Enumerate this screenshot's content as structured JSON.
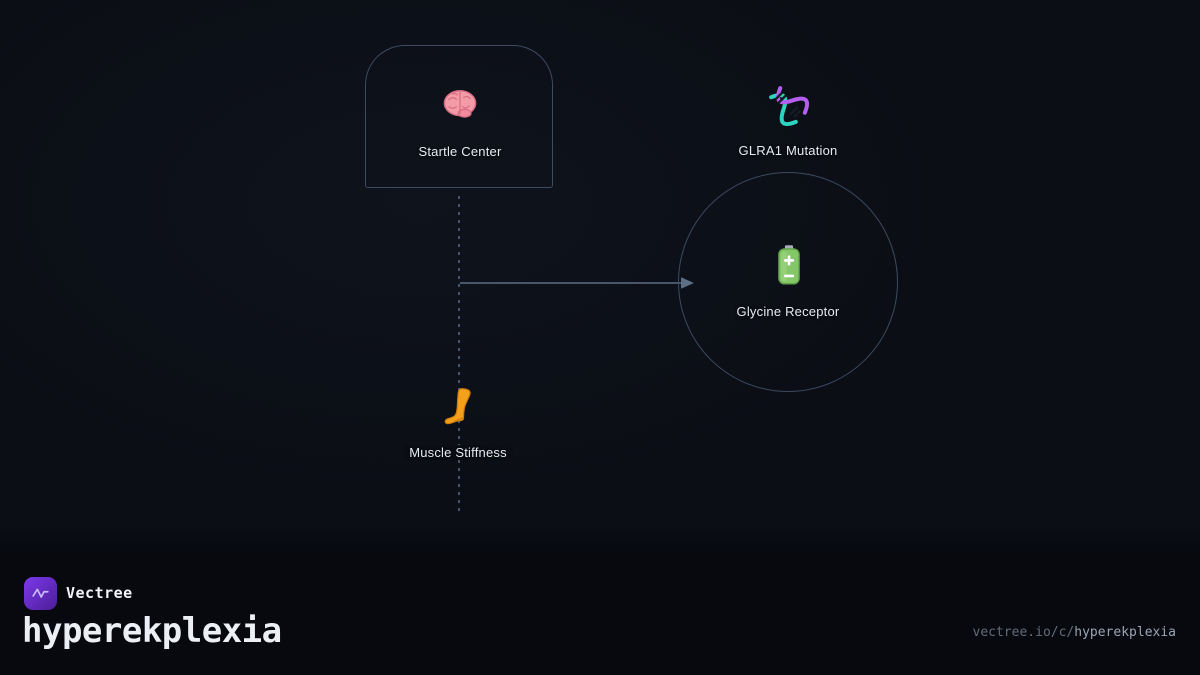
{
  "diagram": {
    "nodes": [
      {
        "label": "Startle Center",
        "icon": "brain-icon"
      },
      {
        "label": "GLRA1 Mutation",
        "icon": "dna-icon"
      },
      {
        "label": "Glycine Receptor",
        "icon": "battery-icon"
      },
      {
        "label": "Muscle Stiffness",
        "icon": "leg-icon"
      }
    ]
  },
  "footer": {
    "brand": "Vectree",
    "title": "hyperekplexia",
    "url_prefix": "vectree.io/c/",
    "url_slug": "hyperekplexia"
  },
  "colors": {
    "background": "#0b0e15",
    "node_border": "#3e4b61",
    "dashed_line": "#46556b",
    "arrow": "#5d6e85",
    "label_text": "#e7ecf2",
    "logo_gradient_start": "#7c3aed",
    "logo_gradient_end": "#4c1d95",
    "url_prefix_color": "#626b79",
    "url_slug_color": "#9aa4b4"
  }
}
